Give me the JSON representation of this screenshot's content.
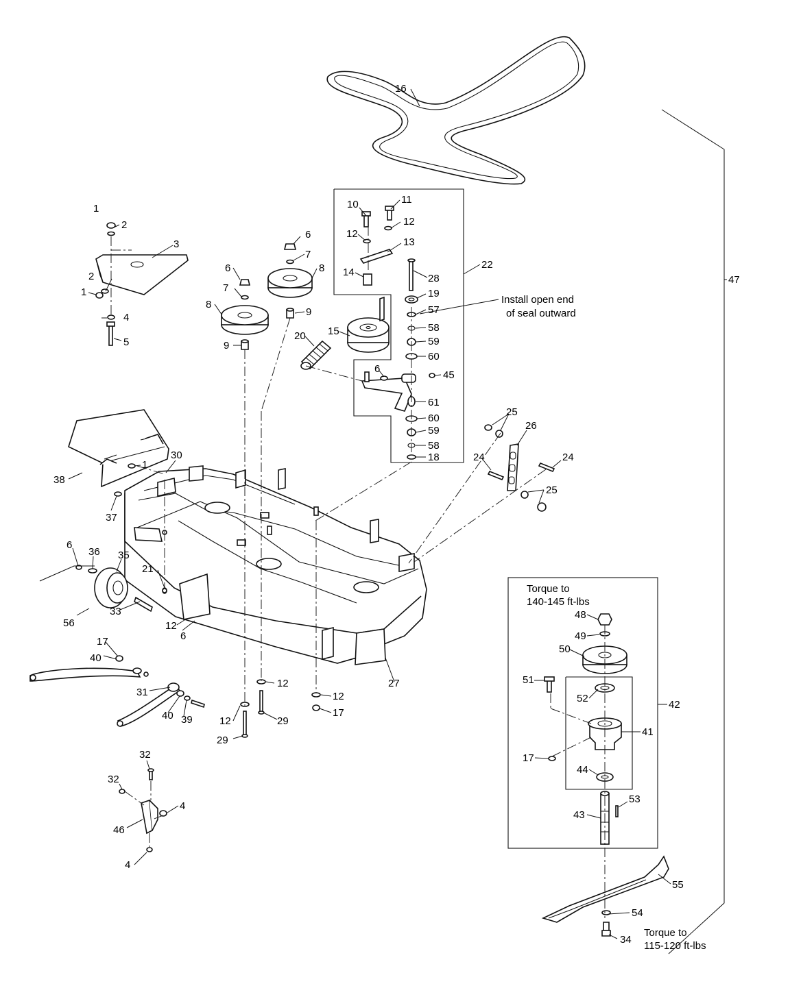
{
  "callouts": {
    "c1a": "1",
    "c2a": "2",
    "c3": "3",
    "c2b": "2",
    "c1b": "1",
    "c4a": "4",
    "c5": "5",
    "c6a": "6",
    "c7a": "7",
    "c8a": "8",
    "c9a": "9",
    "c6b": "6",
    "c7b": "7",
    "c8b": "8",
    "c9b": "9",
    "c10": "10",
    "c11": "11",
    "c12a": "12",
    "c12b": "12",
    "c13": "13",
    "c14": "14",
    "c15": "15",
    "c16": "16",
    "c20": "20",
    "c22": "22",
    "c28": "28",
    "c19": "19",
    "c57": "57",
    "c58a": "58",
    "c59a": "59",
    "c60a": "60",
    "c45": "45",
    "c6c": "6",
    "c61": "61",
    "c60b": "60",
    "c59b": "59",
    "c58b": "58",
    "c18": "18",
    "c25a": "25",
    "c26": "26",
    "c24a": "24",
    "c24b": "24",
    "c25b": "25",
    "c30": "30",
    "c1c": "1",
    "c38": "38",
    "c37": "37",
    "c6d": "6",
    "c36": "36",
    "c35": "35",
    "c21": "21",
    "c33": "33",
    "c56": "56",
    "c12c": "12",
    "c6e": "6",
    "c17a": "17",
    "c40a": "40",
    "c31": "31",
    "c40b": "40",
    "c39": "39",
    "c12d": "12",
    "c29a": "29",
    "c12e": "12",
    "c29b": "29",
    "c12f": "12",
    "c17b": "17",
    "c27": "27",
    "c47": "47",
    "c48": "48",
    "c49": "49",
    "c50": "50",
    "c51": "51",
    "c52": "52",
    "c42": "42",
    "c41": "41",
    "c17c": "17",
    "c44": "44",
    "c53": "53",
    "c43": "43",
    "c55": "55",
    "c54": "54",
    "c34": "34",
    "c32a": "32",
    "c32b": "32",
    "c4b": "4",
    "c46": "46",
    "c4c": "4"
  },
  "notes": {
    "seal_line1": "Install open end",
    "seal_line2": "of seal outward",
    "torque_top_line1": "Torque to",
    "torque_top_line2": "140-145 ft-lbs",
    "torque_bottom_line1": "Torque to",
    "torque_bottom_line2": "115-120 ft-lbs"
  }
}
